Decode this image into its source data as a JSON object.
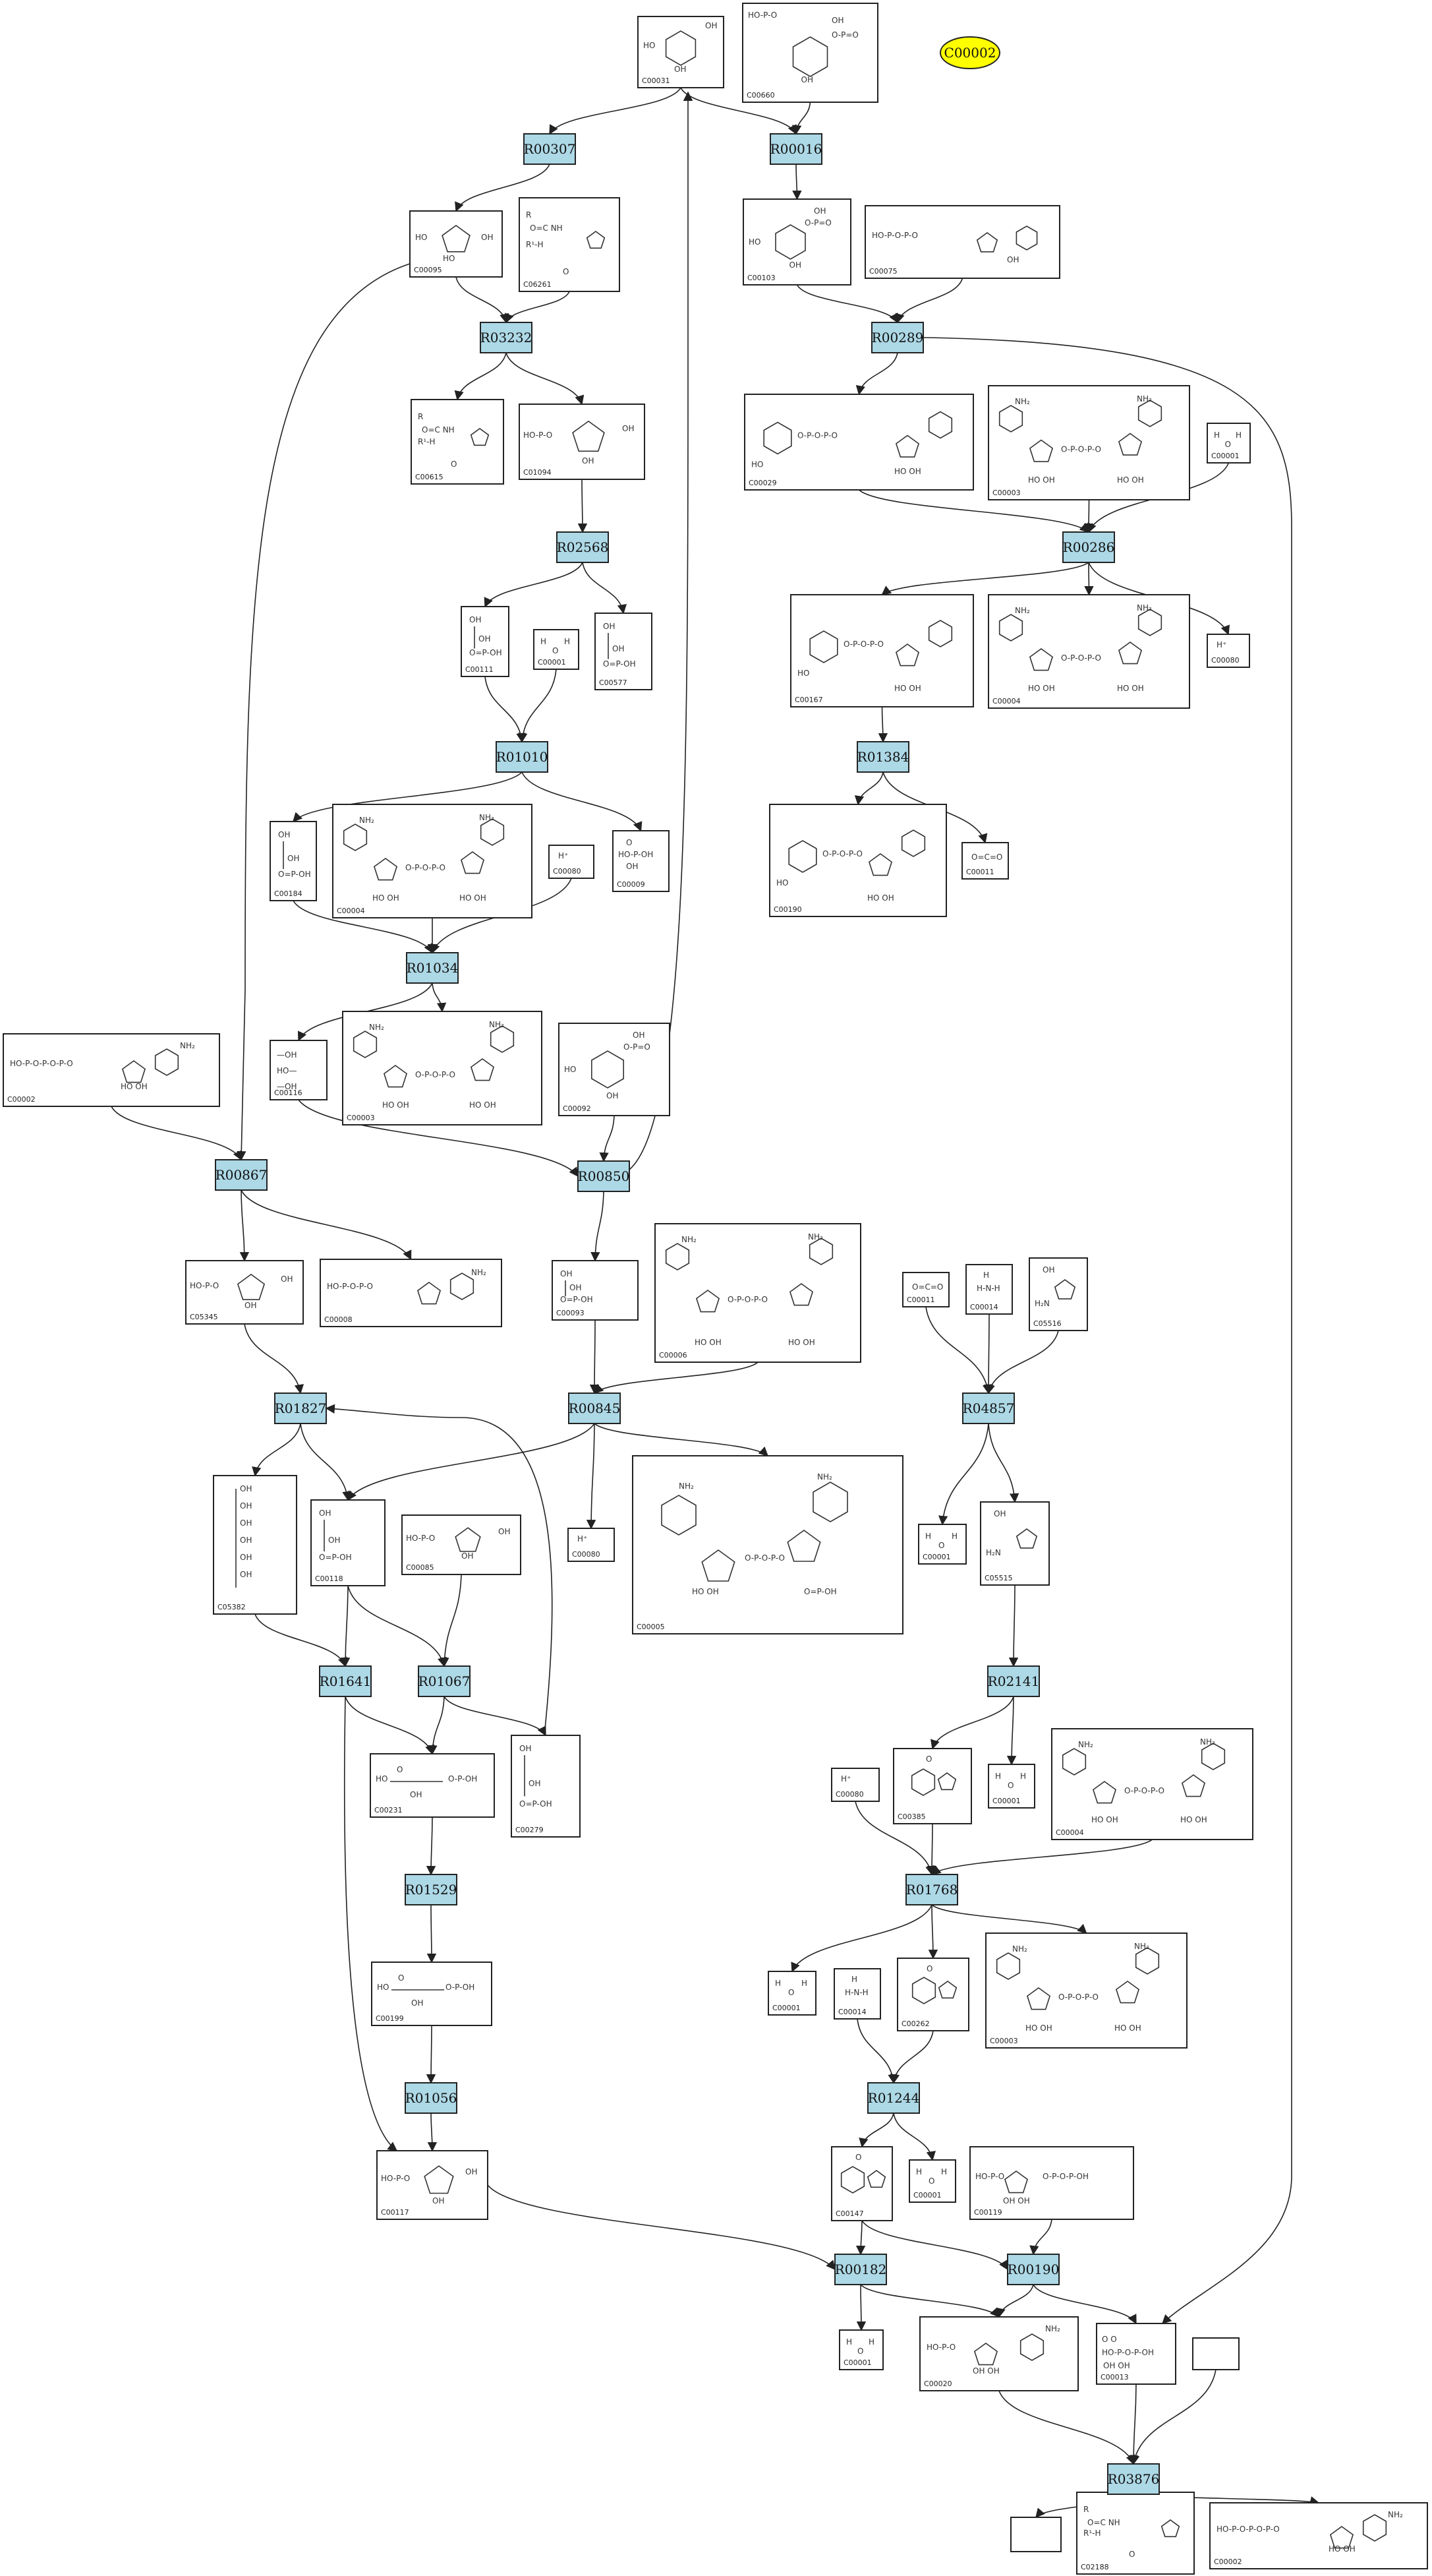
{
  "legend": {
    "label": "C00002",
    "color": "#ffff00"
  },
  "colors": {
    "reaction_fill": "#add8e6",
    "compound_fill": "#ffffff",
    "stroke": "#222222"
  },
  "reactions": [
    "R00307",
    "R00016",
    "R03232",
    "R00289",
    "R02568",
    "R00286",
    "R01010",
    "R01384",
    "R01034",
    "R00867",
    "R00850",
    "R01827",
    "R00845",
    "R04857",
    "R01641",
    "R01067",
    "R02141",
    "R01529",
    "R01768",
    "R01056",
    "R01244",
    "R00182",
    "R00190",
    "R03876"
  ],
  "compounds": [
    {
      "id": "c00031",
      "label": "C00031",
      "mol": "hexose"
    },
    {
      "id": "c00660",
      "label": "C00660",
      "mol": "hexose-diphos"
    },
    {
      "id": "c00095",
      "label": "C00095",
      "mol": "furanose"
    },
    {
      "id": "c06261",
      "label": "C06261",
      "mol": "peptide"
    },
    {
      "id": "c00103",
      "label": "C00103",
      "mol": "hexose-phos"
    },
    {
      "id": "c00075",
      "label": "C00075",
      "mol": "nucleotide-small"
    },
    {
      "id": "c00615",
      "label": "C00615",
      "mol": "peptide"
    },
    {
      "id": "c01094",
      "label": "C01094",
      "mol": "furanose-phos"
    },
    {
      "id": "c00029",
      "label": "C00029",
      "mol": "nucleotide-sugar"
    },
    {
      "id": "c00003a",
      "label": "C00003",
      "mol": "nad"
    },
    {
      "id": "c00001a",
      "label": "C00001",
      "mol": "water"
    },
    {
      "id": "c00111",
      "label": "C00111",
      "mol": "small-chain"
    },
    {
      "id": "c00001b",
      "label": "C00001",
      "mol": "water"
    },
    {
      "id": "c00577",
      "label": "C00577",
      "mol": "small-chain"
    },
    {
      "id": "c00167",
      "label": "C00167",
      "mol": "nucleotide-sugar"
    },
    {
      "id": "c00004a",
      "label": "C00004",
      "mol": "nad"
    },
    {
      "id": "c00080a",
      "label": "C00080",
      "mol": "proton"
    },
    {
      "id": "c00184",
      "label": "C00184",
      "mol": "small-chain"
    },
    {
      "id": "c00004b",
      "label": "C00004",
      "mol": "nad"
    },
    {
      "id": "c00080b",
      "label": "C00080",
      "mol": "proton"
    },
    {
      "id": "c00009",
      "label": "C00009",
      "mol": "phosphate"
    },
    {
      "id": "c00190",
      "label": "C00190",
      "mol": "nucleotide-sugar"
    },
    {
      "id": "c00011a",
      "label": "C00011",
      "mol": "co2"
    },
    {
      "id": "c00002a",
      "label": "C00002",
      "mol": "atp"
    },
    {
      "id": "c00116",
      "label": "C00116",
      "mol": "glycerol"
    },
    {
      "id": "c00003b",
      "label": "C00003",
      "mol": "nad"
    },
    {
      "id": "c00092",
      "label": "C00092",
      "mol": "hexose-phos"
    },
    {
      "id": "c05345",
      "label": "C05345",
      "mol": "furanose-phos"
    },
    {
      "id": "c00008a",
      "label": "C00008",
      "mol": "adp"
    },
    {
      "id": "c00093",
      "label": "C00093",
      "mol": "small-chain"
    },
    {
      "id": "c00006",
      "label": "C00006",
      "mol": "nad"
    },
    {
      "id": "c00011b",
      "label": "C00011",
      "mol": "co2"
    },
    {
      "id": "c00014a",
      "label": "C00014",
      "mol": "ammonia"
    },
    {
      "id": "c05516",
      "label": "C05516",
      "mol": "imidazole"
    },
    {
      "id": "c05382",
      "label": "C05382",
      "mol": "long-chain"
    },
    {
      "id": "c00118",
      "label": "C00118",
      "mol": "small-chain"
    },
    {
      "id": "c00085",
      "label": "C00085",
      "mol": "furanose-phos"
    },
    {
      "id": "c00080c",
      "label": "C00080",
      "mol": "proton"
    },
    {
      "id": "c00005",
      "label": "C00005",
      "mol": "nadp-large"
    },
    {
      "id": "c00001c",
      "label": "C00001",
      "mol": "water"
    },
    {
      "id": "c05515",
      "label": "C05515",
      "mol": "imidazole"
    },
    {
      "id": "c00231",
      "label": "C00231",
      "mol": "chain-phos"
    },
    {
      "id": "c00279",
      "label": "C00279",
      "mol": "small-chain"
    },
    {
      "id": "c00080d",
      "label": "C00080",
      "mol": "proton"
    },
    {
      "id": "c00385",
      "label": "C00385",
      "mol": "purine"
    },
    {
      "id": "c00001d",
      "label": "C00001",
      "mol": "water"
    },
    {
      "id": "c00004c",
      "label": "C00004",
      "mol": "nad"
    },
    {
      "id": "c00199",
      "label": "C00199",
      "mol": "chain-phos"
    },
    {
      "id": "c00001e",
      "label": "C00001",
      "mol": "water"
    },
    {
      "id": "c00014b",
      "label": "C00014",
      "mol": "ammonia"
    },
    {
      "id": "c00262",
      "label": "C00262",
      "mol": "purine"
    },
    {
      "id": "c00003c",
      "label": "C00003",
      "mol": "nad"
    },
    {
      "id": "c00117",
      "label": "C00117",
      "mol": "furanose-phos"
    },
    {
      "id": "c00147",
      "label": "C00147",
      "mol": "purine"
    },
    {
      "id": "c00001f",
      "label": "C00001",
      "mol": "water"
    },
    {
      "id": "c00119",
      "label": "C00119",
      "mol": "prpp"
    },
    {
      "id": "c00001g",
      "label": "C00001",
      "mol": "water"
    },
    {
      "id": "c00020",
      "label": "C00020",
      "mol": "amp"
    },
    {
      "id": "c00013",
      "label": "C00013",
      "mol": "diphosphate"
    },
    {
      "id": "blank1",
      "label": "",
      "mol": "none"
    },
    {
      "id": "blank2",
      "label": "",
      "mol": "none"
    },
    {
      "id": "c02188",
      "label": "C02188",
      "mol": "peptide"
    },
    {
      "id": "c00002b",
      "label": "C00002",
      "mol": "atp"
    }
  ]
}
